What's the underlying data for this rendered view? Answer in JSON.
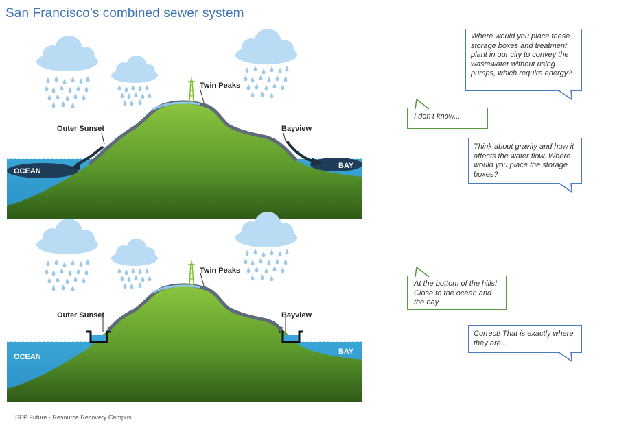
{
  "title": "San Francisco’s combined sewer system",
  "footer": "SEP Future - Resource Recovery Campus",
  "colors": {
    "title": "#3f74b8",
    "water": "#3aa6d8",
    "hill_top": "#8cc63f",
    "hill_bottom": "#2e5a17",
    "pipe": "#5f6b78",
    "cloud": "#b9dcf4",
    "drop": "#9fc9e8",
    "dark_arrow": "#1e2f3e",
    "bubble_blue": "#4a7bbf",
    "bubble_green": "#5a9a3f"
  },
  "diagrams": [
    {
      "peak_label": "Twin Peaks",
      "west_label": "Outer Sunset",
      "east_label": "Bayview",
      "ocean_label": "OCEAN",
      "bay_label": "BAY",
      "storage_boxes": false
    },
    {
      "peak_label": "Twin Peaks",
      "west_label": "Outer Sunset",
      "east_label": "Bayview",
      "ocean_label": "OCEAN",
      "bay_label": "BAY",
      "storage_boxes": true
    }
  ],
  "dialogue": [
    {
      "speaker": "teacher",
      "text": "Where would you place these storage boxes and treatment plant in our city to convey the wastewater without using pumps, which require energy?"
    },
    {
      "speaker": "student",
      "text": "I don’t know..."
    },
    {
      "speaker": "teacher",
      "text": "Think about gravity and how it affects the water flow. Where would you place the storage boxes?"
    },
    {
      "speaker": "student",
      "text": "At the bottom of the hills! Close to the ocean and the bay."
    },
    {
      "speaker": "teacher",
      "text": "Correct! That is exactly where they are..."
    }
  ]
}
